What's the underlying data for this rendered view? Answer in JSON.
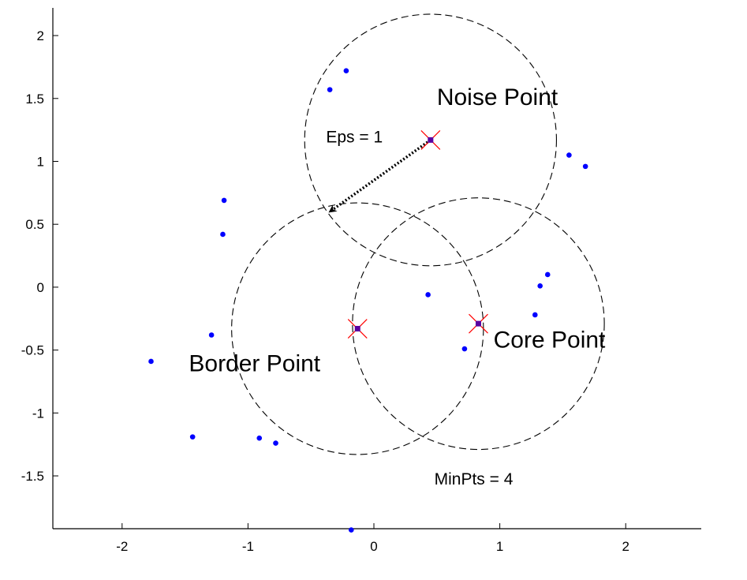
{
  "chart_data": {
    "type": "scatter",
    "xlim": [
      -2.55,
      2.6
    ],
    "ylim": [
      -1.92,
      2.22
    ],
    "xticks": [
      -2,
      -1,
      0,
      1,
      2
    ],
    "xtick_labels": [
      "-2",
      "-1",
      "0",
      "1",
      "2"
    ],
    "yticks": [
      2,
      1.5,
      1,
      0.5,
      0,
      -0.5,
      -1,
      -1.5
    ],
    "ytick_labels": [
      "2",
      "1.5",
      "1",
      "0.5",
      "0",
      "-0.5",
      "-1",
      "-1.5"
    ],
    "grid": false,
    "points": [
      {
        "x": -0.22,
        "y": 1.72
      },
      {
        "x": -0.35,
        "y": 1.57
      },
      {
        "x": -1.19,
        "y": 0.69
      },
      {
        "x": -1.2,
        "y": 0.42
      },
      {
        "x": -1.29,
        "y": -0.38
      },
      {
        "x": -1.77,
        "y": -0.59
      },
      {
        "x": -1.44,
        "y": -1.19
      },
      {
        "x": -0.91,
        "y": -1.2
      },
      {
        "x": -0.78,
        "y": -1.24
      },
      {
        "x": -0.18,
        "y": -1.93
      },
      {
        "x": 0.43,
        "y": -0.06
      },
      {
        "x": 0.72,
        "y": -0.49
      },
      {
        "x": 1.28,
        "y": -0.22
      },
      {
        "x": 1.32,
        "y": 0.01
      },
      {
        "x": 1.38,
        "y": 0.1
      },
      {
        "x": 1.55,
        "y": 1.05
      },
      {
        "x": 1.68,
        "y": 0.96
      }
    ],
    "highlighted_points": [
      {
        "x": 0.45,
        "y": 1.17
      },
      {
        "x": -0.13,
        "y": -0.33
      },
      {
        "x": 0.83,
        "y": -0.29
      }
    ],
    "circles": [
      {
        "cx": 0.45,
        "cy": 1.17,
        "r": 1
      },
      {
        "cx": -0.13,
        "cy": -0.33,
        "r": 1
      },
      {
        "cx": 0.83,
        "cy": -0.29,
        "r": 1
      }
    ],
    "arrow": {
      "from": [
        0.45,
        1.17
      ],
      "to": [
        -0.35,
        0.6
      ]
    },
    "annotations": [
      {
        "text": "Noise Point",
        "x": 0.5,
        "y": 1.45,
        "size": "big"
      },
      {
        "text": "Eps = 1",
        "x": -0.38,
        "y": 1.15,
        "size": "small"
      },
      {
        "text": "Border Point",
        "x": -1.47,
        "y": -0.67,
        "size": "big"
      },
      {
        "text": "Core Point",
        "x": 0.95,
        "y": -0.48,
        "size": "big"
      },
      {
        "text": "MinPts = 4",
        "x": 0.48,
        "y": -1.57,
        "size": "small"
      }
    ],
    "colors": {
      "points": "#0000ff",
      "highlight_marker": "#ff0000",
      "highlight_fill": "#5a00a0",
      "circles": "#000000",
      "axis": "#000000"
    }
  }
}
